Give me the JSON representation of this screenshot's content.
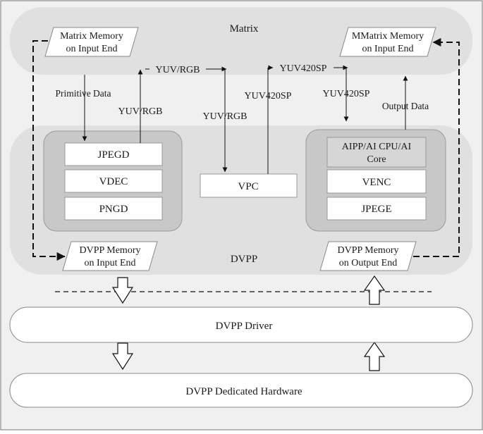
{
  "matrix": {
    "title": "Matrix",
    "input_memory": [
      "Matrix Memory",
      "on Input End"
    ],
    "output_memory": [
      "MMatrix Memory",
      "on Input End"
    ]
  },
  "dvpp": {
    "title": "DVPP",
    "decoders": [
      "JPEGD",
      "VDEC",
      "PNGD"
    ],
    "vpc": "VPC",
    "encoders": [
      "AIPP/AI CPU/AI",
      "Core",
      "VENC",
      "JPEGE"
    ],
    "input_memory": [
      "DVPP Memory",
      "on Input End"
    ],
    "output_memory": [
      "DVPP Memory",
      "on Output End"
    ]
  },
  "flows": {
    "primitive_data": "Primitive Data",
    "yuv_rgb_up": "YUV/RGB",
    "yuv_rgb_top": "YUV/RGB",
    "yuv_rgb_down": "YUV/RGB",
    "yuv420sp_left": "YUV420SP",
    "yuv420sp_top": "YUV420SP",
    "yuv420sp_right": "YUV420SP",
    "output_data": "Output Data"
  },
  "driver": "DVPP Driver",
  "hardware": "DVPP Dedicated Hardware"
}
